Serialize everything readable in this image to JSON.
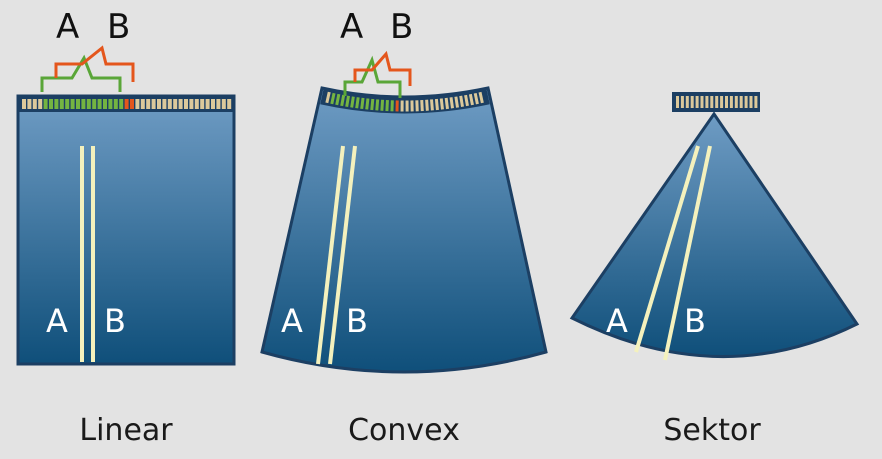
{
  "colors": {
    "background": "#e3e3e3",
    "field_top": "#6f9cc4",
    "field_bottom": "#0f4f7a",
    "outline": "#1c3f63",
    "beam": "#f4f1bd",
    "element_green": "#74b441",
    "element_red": "#e4561c",
    "element_idle": "#dcc99b",
    "bracket_green": "#5aa638",
    "bracket_red": "#e4561c"
  },
  "probes": [
    {
      "id": "linear",
      "caption": "Linear",
      "top_labels": [
        "A",
        "B"
      ],
      "beam_labels": [
        "A",
        "B"
      ],
      "beam_icon": "parallel-beams-icon"
    },
    {
      "id": "convex",
      "caption": "Convex",
      "top_labels": [
        "A",
        "B"
      ],
      "beam_labels": [
        "A",
        "B"
      ],
      "beam_icon": "angled-beams-icon"
    },
    {
      "id": "sektor",
      "caption": "Sektor",
      "top_labels": [],
      "beam_labels": [
        "A",
        "B"
      ],
      "beam_icon": "diverging-beams-icon"
    }
  ]
}
